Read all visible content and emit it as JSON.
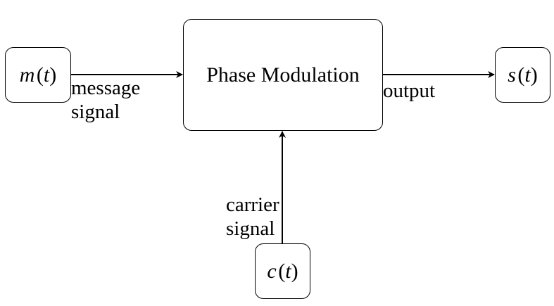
{
  "nodes": {
    "message": {
      "var": "m",
      "arg": "t"
    },
    "modulator": {
      "label": "Phase Modulation"
    },
    "output": {
      "var": "s",
      "arg": "t"
    },
    "carrier": {
      "var": "c",
      "arg": "t"
    }
  },
  "edges": {
    "message": {
      "line1": "message",
      "line2": "signal"
    },
    "output": {
      "label": "output"
    },
    "carrier": {
      "line1": "carrier",
      "line2": "signal"
    }
  }
}
